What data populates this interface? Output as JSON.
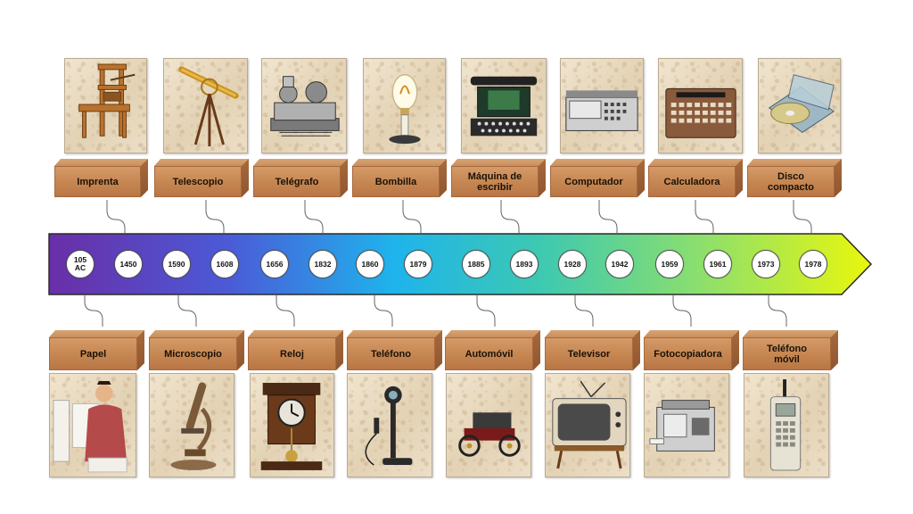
{
  "timeline": {
    "years": [
      "105\nAC",
      "1450",
      "1590",
      "1608",
      "1656",
      "1832",
      "1860",
      "1879",
      "1885",
      "1893",
      "1928",
      "1942",
      "1959",
      "1961",
      "1973",
      "1978"
    ],
    "inventions_top": [
      {
        "label": "Imprenta",
        "icon": "printing-press-icon"
      },
      {
        "label": "Telescopio",
        "icon": "telescope-icon"
      },
      {
        "label": "Telégrafo",
        "icon": "telegraph-icon"
      },
      {
        "label": "Bombilla",
        "icon": "light-bulb-icon"
      },
      {
        "label": "Máquina de\nescribir",
        "icon": "typewriter-icon"
      },
      {
        "label": "Computador",
        "icon": "computer-icon"
      },
      {
        "label": "Calculadora",
        "icon": "calculator-icon"
      },
      {
        "label": "Disco\ncompacto",
        "icon": "compact-disc-icon"
      }
    ],
    "inventions_bottom": [
      {
        "label": "Papel",
        "icon": "paper-making-icon"
      },
      {
        "label": "Microscopio",
        "icon": "microscope-icon"
      },
      {
        "label": "Reloj",
        "icon": "pendulum-clock-icon"
      },
      {
        "label": "Teléfono",
        "icon": "candlestick-telephone-icon"
      },
      {
        "label": "Automóvil",
        "icon": "automobile-icon"
      },
      {
        "label": "Televisor",
        "icon": "television-icon"
      },
      {
        "label": "Fotocopiadora",
        "icon": "photocopier-icon"
      },
      {
        "label": "Teléfono\nmóvil",
        "icon": "mobile-phone-icon"
      }
    ],
    "arrow_gradient": [
      "#6a2ea8",
      "#4b5bd8",
      "#1eb4ec",
      "#3ec9b0",
      "#8fe06a",
      "#e9f70c"
    ]
  }
}
